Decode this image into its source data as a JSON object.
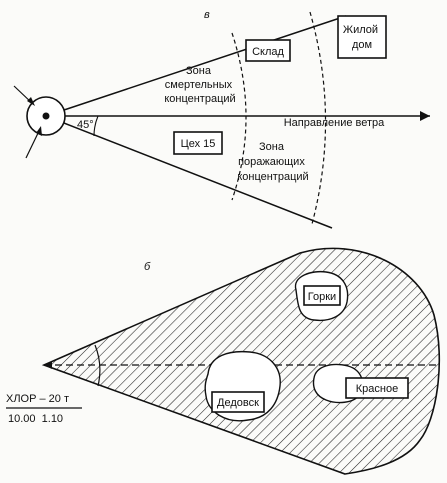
{
  "diagram_a": {
    "marker": "в",
    "angle": "45°",
    "wind": "Направление ветра",
    "zone_lethal": [
      "Зона",
      "смертельных",
      "концентраций"
    ],
    "zone_damaging": [
      "Зона",
      "поражающих",
      "концентраций"
    ],
    "warehouse": "Склад",
    "house": [
      "Жилой",
      "дом"
    ],
    "workshop": "Цех 15"
  },
  "diagram_b": {
    "marker": "б",
    "towns": {
      "gorki": "Горки",
      "dedovsk": "Дедовск",
      "krasnoe": "Красное"
    },
    "release": {
      "agent": "ХЛОР – 20 т",
      "times": "10.00  1.10"
    }
  }
}
